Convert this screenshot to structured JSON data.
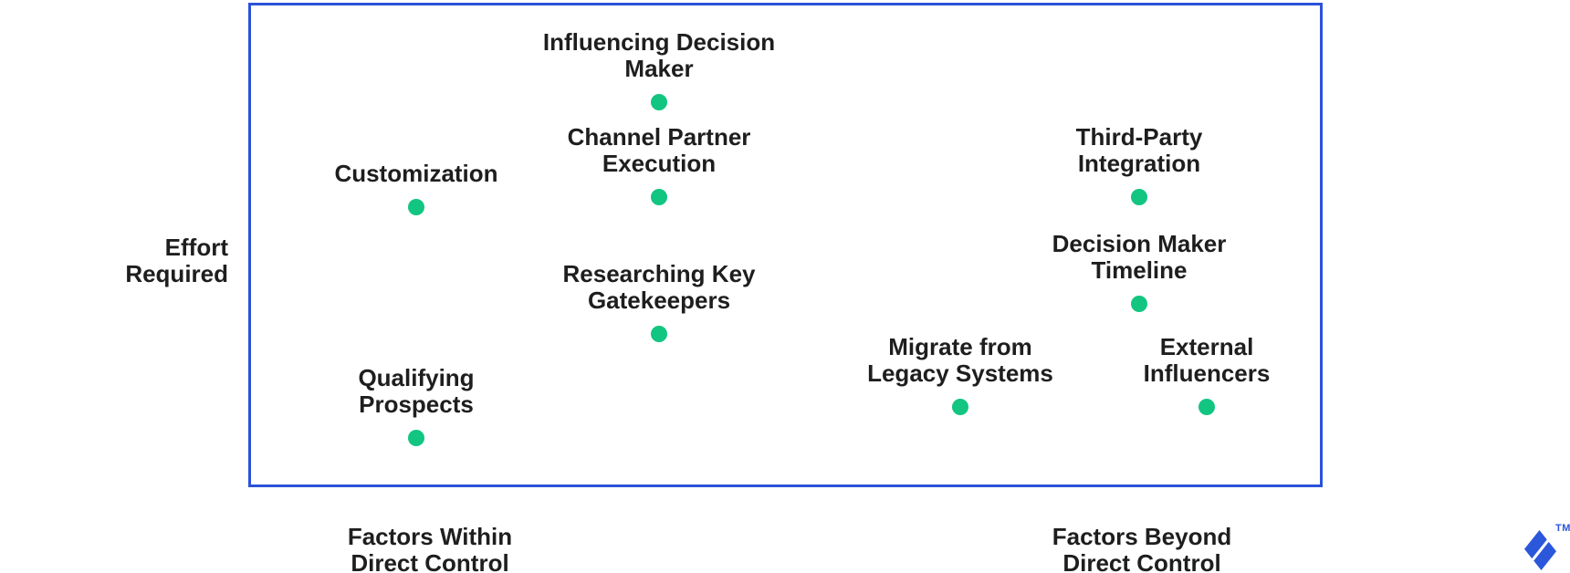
{
  "colors": {
    "border_blue": "#2b52d9",
    "dot_green": "#12c581",
    "text": "#1e1e1e",
    "logo_blue": "#2b57da"
  },
  "axis": {
    "y_label": "Effort\nRequired",
    "x_left_label": "Factors Within\nDirect Control",
    "x_right_label": "Factors Beyond\nDirect Control"
  },
  "logo": {
    "trademark": "TM"
  },
  "chart_data": {
    "type": "scatter",
    "title": "",
    "ylabel": "Effort Required",
    "x_categories": [
      "Factors Within Direct Control",
      "Factors Beyond Direct Control"
    ],
    "grid": false,
    "legend": false,
    "axes_note": "x: 0 = fully within direct control, 1 = fully beyond direct control; y: 0 = low effort required, 1 = high effort required",
    "points": [
      {
        "id": "influencing-decision-maker",
        "label": "Influencing Decision\nMaker",
        "px": [
          722,
          112
        ],
        "control": 0.38,
        "effort": 0.8
      },
      {
        "id": "channel-partner-execution",
        "label": "Channel Partner\nExecution",
        "px": [
          722,
          216
        ],
        "control": 0.38,
        "effort": 0.6
      },
      {
        "id": "customization",
        "label": "Customization",
        "px": [
          456,
          227
        ],
        "control": 0.16,
        "effort": 0.58
      },
      {
        "id": "researching-key-gatekeepers",
        "label": "Researching Key\nGatekeepers",
        "px": [
          722,
          366
        ],
        "control": 0.38,
        "effort": 0.32
      },
      {
        "id": "qualifying-prospects",
        "label": "Qualifying\nProspects",
        "px": [
          456,
          480
        ],
        "control": 0.16,
        "effort": 0.1
      },
      {
        "id": "third-party-integration",
        "label": "Third-Party\nIntegration",
        "px": [
          1248,
          216
        ],
        "control": 0.83,
        "effort": 0.6
      },
      {
        "id": "decision-maker-timeline",
        "label": "Decision Maker\nTimeline",
        "px": [
          1248,
          333
        ],
        "control": 0.83,
        "effort": 0.38
      },
      {
        "id": "migrate-from-legacy-systems",
        "label": "Migrate from\nLegacy Systems",
        "px": [
          1052,
          446
        ],
        "control": 0.66,
        "effort": 0.17
      },
      {
        "id": "external-influencers",
        "label": "External\nInfluencers",
        "px": [
          1322,
          446
        ],
        "control": 0.89,
        "effort": 0.17
      }
    ]
  }
}
